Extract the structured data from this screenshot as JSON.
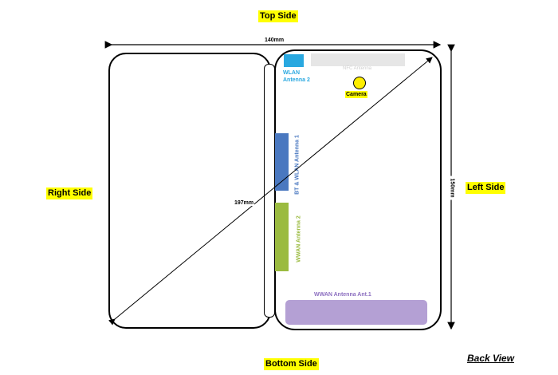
{
  "sides": {
    "top": "Top Side",
    "bottom": "Bottom Side",
    "left": "Left Side",
    "right": "Right Side"
  },
  "dimensions": {
    "width": "140mm",
    "diagonal": "197mm",
    "height": "150mm"
  },
  "components": {
    "wlan_antenna_2": "WLAN Antenna 2",
    "camera": "Camera",
    "bt_wlan_antenna_1": "BT & WLAN Antenna 1",
    "wwan_antenna_2": "WWAN Antenna 2",
    "wwan_antenna_1": "WWAN Antenna Ant.1",
    "faded_top_bar": "NFC Antenna"
  },
  "view_label": "Back View",
  "colors": {
    "highlight": "#ffff00",
    "wlan": "#29a8e0",
    "bt_wlan": "#4a78c0",
    "wwan2": "#9bbb40",
    "wwan1": "#b4a0d4",
    "camera": "#ffee00"
  }
}
